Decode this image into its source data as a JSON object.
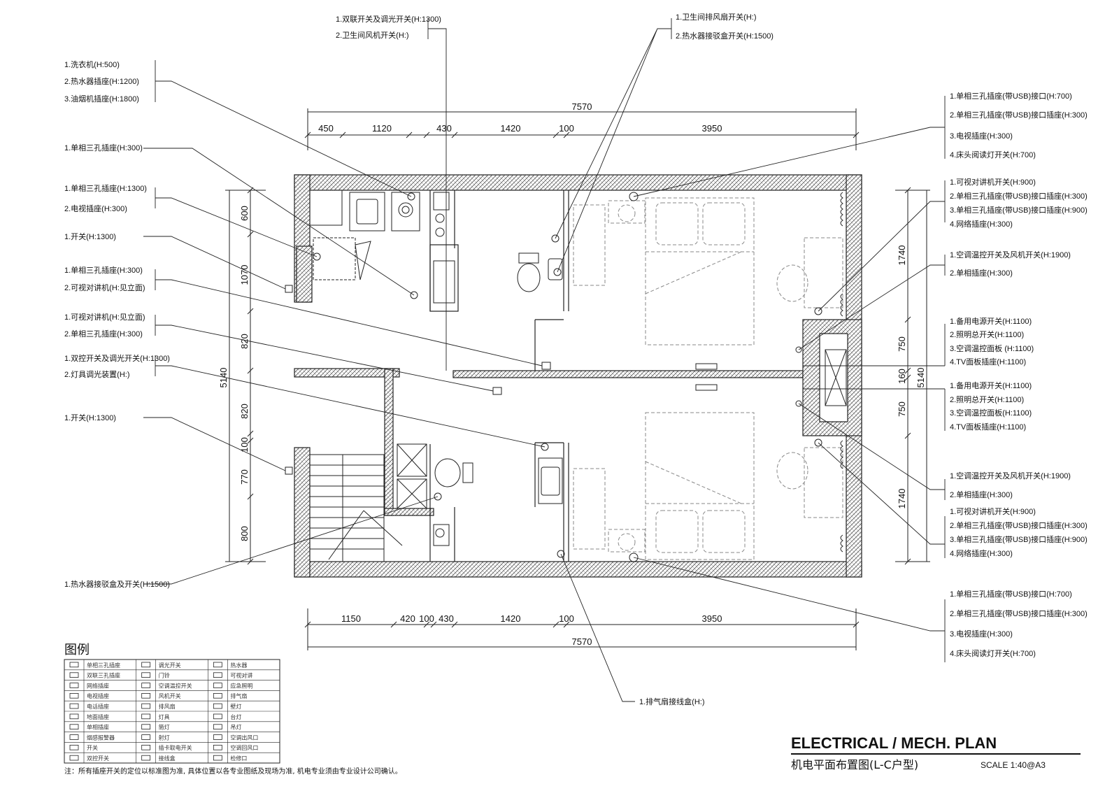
{
  "left_labels": [
    {
      "lines": [
        "1.洗衣机(H:500)",
        "2.热水器插座(H:1200)",
        "3.油烟机插座(H:1800)"
      ]
    },
    {
      "lines": [
        "1.单相三孔插座(H:300)"
      ]
    },
    {
      "lines": [
        "1.单相三孔插座(H:1300)",
        "2.电视插座(H:300)"
      ]
    },
    {
      "lines": [
        "1.开关(H:1300)"
      ]
    },
    {
      "lines": [
        "1.单相三孔插座(H:300)",
        "2.可视对讲机(H:见立面)"
      ]
    },
    {
      "lines": [
        "1.可视对讲机(H:见立面)",
        "2.单相三孔插座(H:300)"
      ]
    },
    {
      "lines": [
        "1.双控开关及调光开关(H:1300)",
        "2.灯具调光装置(H:)"
      ]
    },
    {
      "lines": [
        "1.开关(H:1300)"
      ]
    },
    {
      "lines": [
        "1.热水器接驳盒及开关(H:1500)"
      ]
    }
  ],
  "top_labels": [
    {
      "lines": [
        "1.双联开关及调光开关(H:1300)",
        "2.卫生间风机开关(H:)"
      ]
    },
    {
      "lines": [
        "1.卫生间排风扇开关(H:)",
        "2.热水器接驳盒开关(H:1500)"
      ]
    }
  ],
  "right_labels": [
    {
      "lines": [
        "1.单相三孔插座(带USB)接口(H:700)",
        "2.单相三孔插座(带USB)接口插座(H:300)",
        "3.电视插座(H:300)",
        "4.床头阅读灯开关(H:700)"
      ]
    },
    {
      "lines": [
        "1.可视对讲机开关(H:900)",
        "2.单相三孔插座(带USB)接口插座(H:300)",
        "3.单相三孔插座(带USB)接口插座(H:900)",
        "4.网络插座(H:300)"
      ]
    },
    {
      "lines": [
        "1.空调温控开关及风机开关(H:1900)",
        "2.单相插座(H:300)"
      ]
    },
    {
      "lines": [
        "1.备用电源开关(H:1100)",
        "2.照明总开关(H:1100)",
        "3.空调温控面板 (H:1100)",
        "4.TV面板插座(H:1100)"
      ]
    },
    {
      "lines": [
        "1.备用电源开关(H:1100)",
        "2.照明总开关(H:1100)",
        "3.空调温控面板(H:1100)",
        "4.TV面板插座(H:1100)"
      ]
    },
    {
      "lines": [
        "1.空调温控开关及风机开关(H:1900)",
        "2.单相插座(H:300)"
      ]
    },
    {
      "lines": [
        "1.可视对讲机开关(H:900)",
        "2.单相三孔插座(带USB)接口插座(H:300)",
        "3.单相三孔插座(带USB)接口插座(H:900)",
        "4.网络插座(H:300)"
      ]
    },
    {
      "lines": [
        "1.单相三孔插座(带USB)接口(H:700)",
        "2.单相三孔插座(带USB)接口插座(H:300)",
        "3.电视插座(H:300)",
        "4.床头阅读灯开关(H:700)"
      ]
    }
  ],
  "bottom_label": {
    "lines": [
      "1.排气扇接线盒(H:)"
    ]
  },
  "top_dims": {
    "total": "7570",
    "segments": [
      "450",
      "1120",
      "430",
      "1420",
      "100",
      "3950"
    ]
  },
  "bottom_dims": {
    "total": "7570",
    "segments": [
      "1150",
      "420",
      "100",
      "430",
      "1420",
      "100",
      "3950"
    ]
  },
  "left_dims": {
    "total": "5140",
    "segments": [
      "600",
      "1070",
      "820",
      "820",
      "100",
      "770",
      "800"
    ]
  },
  "right_dims": {
    "total": "5140",
    "segments": [
      "1740",
      "750",
      "160",
      "750",
      "1740"
    ]
  },
  "legend": {
    "title": "图例",
    "items": [
      "单相三孔插座",
      "双联三孔插座",
      "网络插座",
      "电视插座",
      "电话插座",
      "地面插座",
      "单相插座",
      "烟感报警器",
      "开关",
      "双控开关",
      "调光开关",
      "门铃",
      "空调温控开关",
      "风机开关",
      "排风扇",
      "灯具",
      "筒灯",
      "射灯",
      "插卡取电开关",
      "接线盒",
      "热水器",
      "可视对讲",
      "应急照明",
      "排气扇",
      "壁灯",
      "台灯",
      "吊灯",
      "空调出风口",
      "空调回风口",
      "检修口"
    ]
  },
  "note": "注：所有插座开关的定位以标准图为准, 具体位置以各专业图纸及现场为准, 机电专业须由专业设计公司确认。",
  "title": "ELECTRICAL / MECH. PLAN",
  "subtitle": "机电平面布置图(L-C户型)",
  "scale": "SCALE  1:40@A3"
}
